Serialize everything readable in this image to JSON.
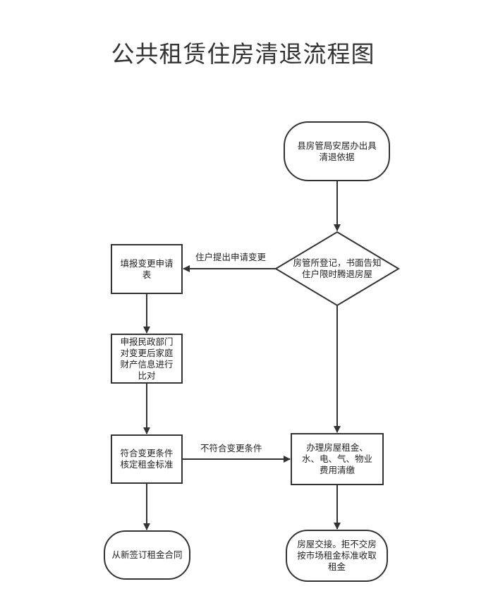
{
  "title": "公共租赁住房清退流程图",
  "nodes": {
    "start": "县房管局安居办出具\n清退依据",
    "decision": "房管所登记，书面告知\n住户限时腾退房屋",
    "fill_form": "填报变更申请\n表",
    "report_civil": "申报民政部门\n对变更后家庭\n财产信息进行\n比对",
    "meets_conditions": "符合变更条件\n核定租金标准",
    "settle_fees": "办理房屋租金、\n水、电、气、物业\n费用清缴",
    "new_contract": "从新签订租金合同",
    "handover": "房屋交接。拒不交房\n按市场租金标准收取\n租金"
  },
  "edges": {
    "apply_change": "住户提出申请变更",
    "not_meet": "不符合变更条件"
  }
}
